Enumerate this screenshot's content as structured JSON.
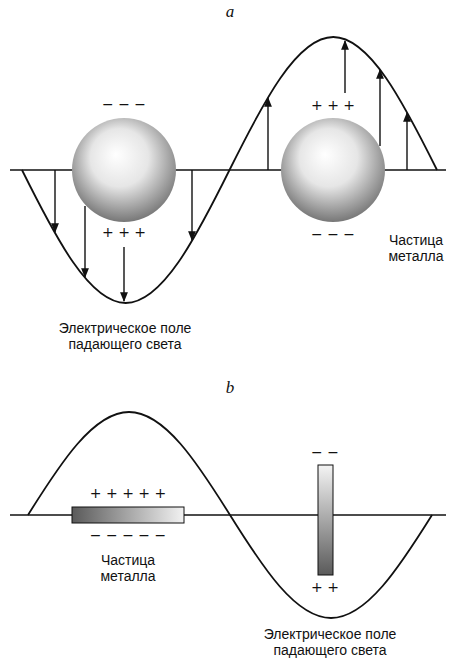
{
  "diagram": {
    "labels": [
      "a",
      "− − −",
      "+ + +",
      "Частица металла",
      "+ + +",
      "− − −",
      "Электрическое поле падающего света",
      "b",
      "+ + + + +",
      "− −",
      "− − − − −",
      "Частица металла",
      "+ +",
      "Электрическое поле падающего света"
    ]
  }
}
